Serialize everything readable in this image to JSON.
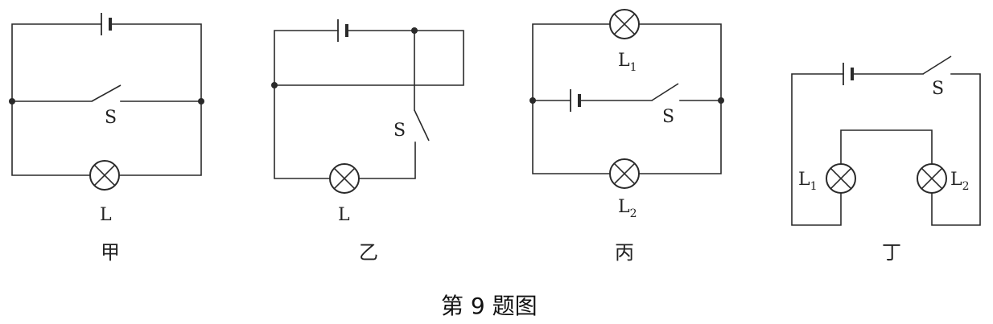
{
  "figure": {
    "title": "第 9 题图"
  },
  "circuits": {
    "jia": {
      "caption": "甲",
      "switch_label": "S",
      "lamp_label": "L"
    },
    "yi": {
      "caption": "乙",
      "switch_label": "S",
      "lamp_label": "L"
    },
    "bing": {
      "caption": "丙",
      "switch_label": "S",
      "lamp1_label": "L",
      "lamp1_sub": "1",
      "lamp2_label": "L",
      "lamp2_sub": "2"
    },
    "ding": {
      "caption": "丁",
      "switch_label": "S",
      "lamp1_label": "L",
      "lamp1_sub": "1",
      "lamp2_label": "L",
      "lamp2_sub": "2"
    }
  }
}
